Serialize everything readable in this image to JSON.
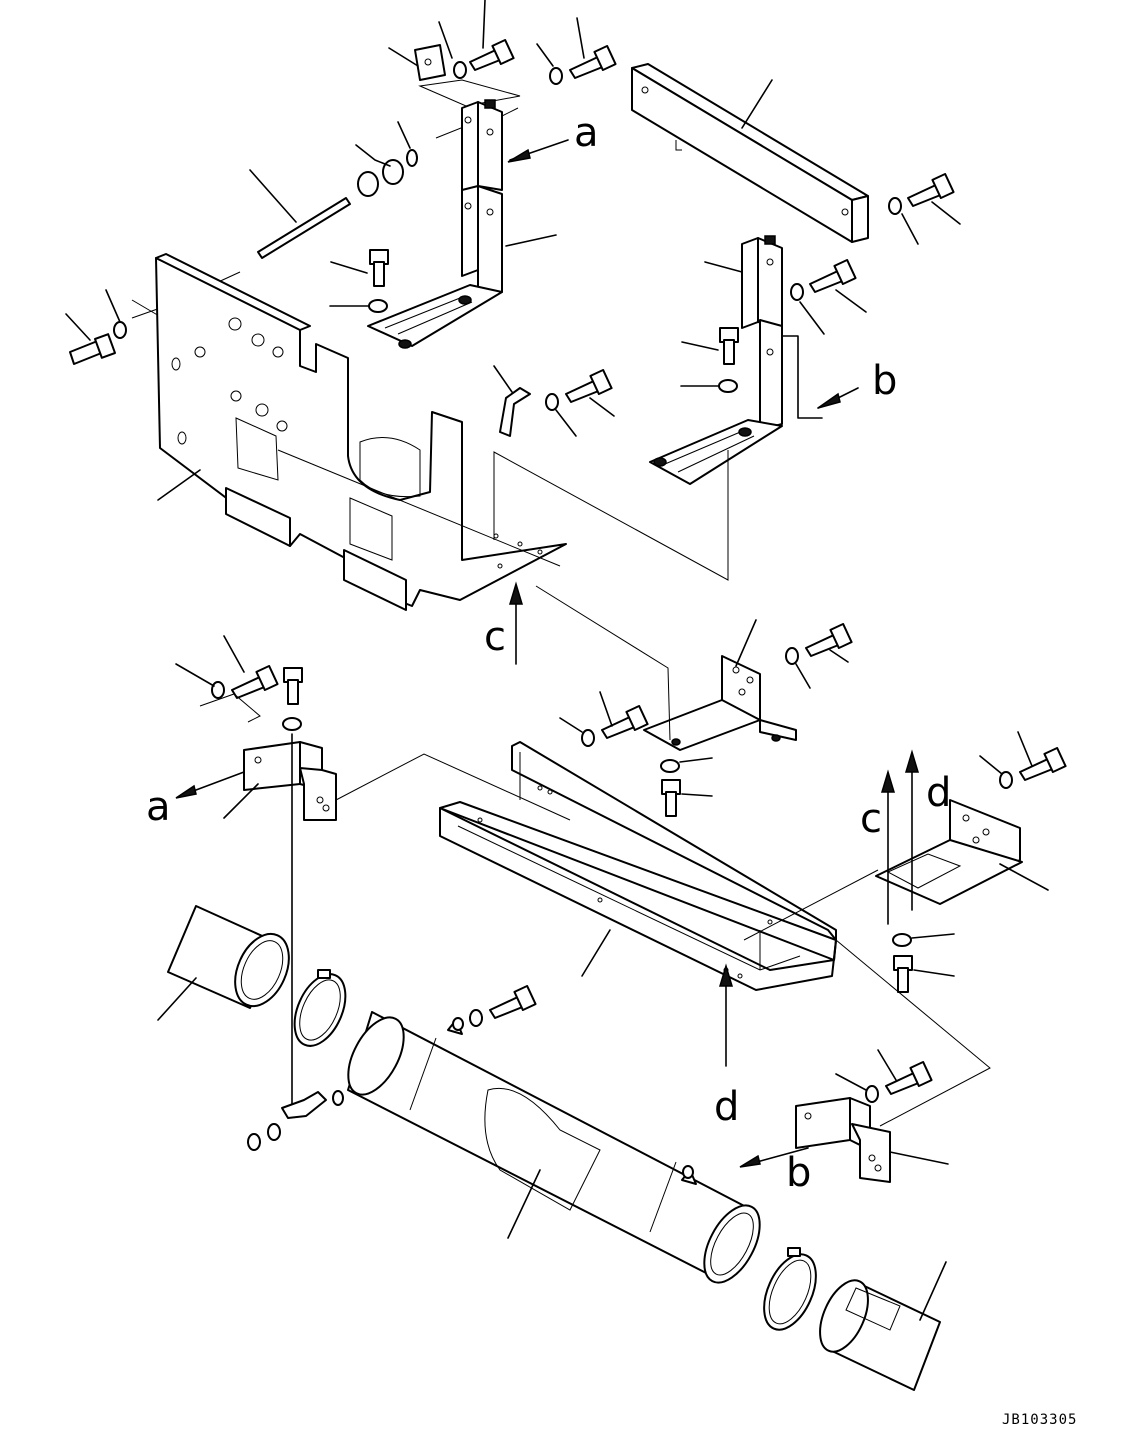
{
  "callouts": {
    "a_top": "a",
    "b_top": "b",
    "c_top": "c",
    "a_left": "a",
    "c_right": "c",
    "d_right": "d",
    "d_bottom": "d",
    "b_bottom": "b"
  },
  "drawing_code": "JB103305",
  "colors": {
    "line": "#000000",
    "background": "#ffffff"
  }
}
